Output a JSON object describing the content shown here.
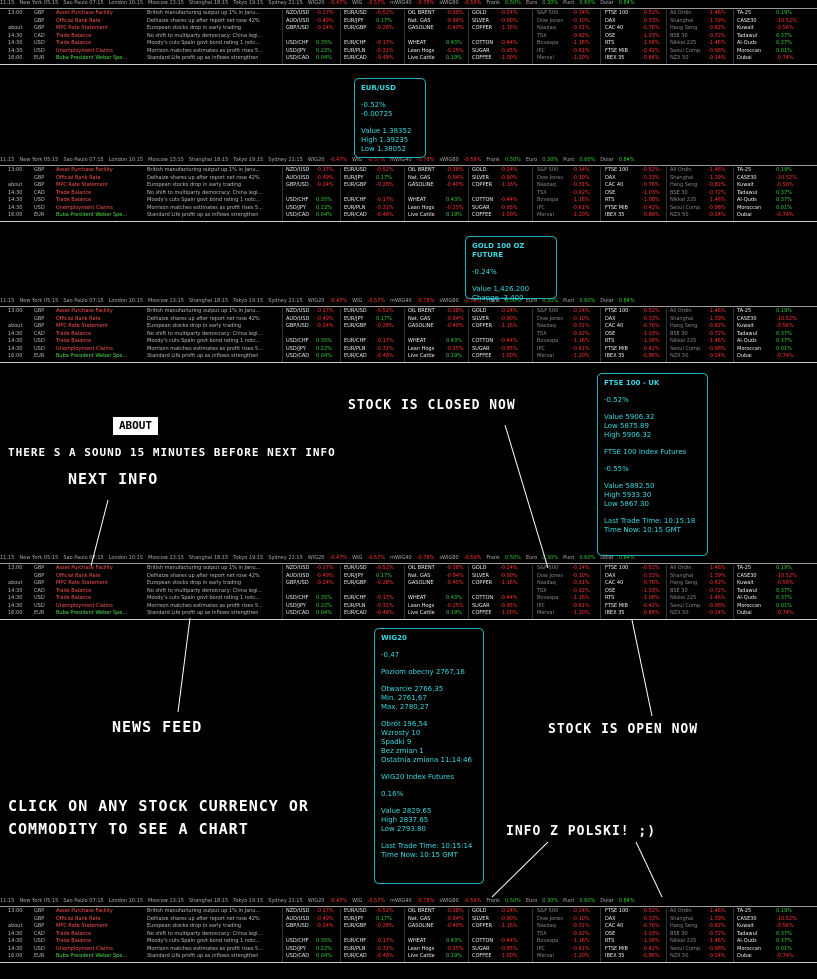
{
  "ticker": {
    "clocks": [
      {
        "label": "11:15",
        "cls": "t"
      },
      {
        "label": "New York 05:15",
        "cls": "t"
      },
      {
        "label": "Sao Paulo 07:15",
        "cls": "t"
      },
      {
        "label": "London 10:15",
        "cls": "t"
      },
      {
        "label": "Moscow 13:15",
        "cls": "t"
      },
      {
        "label": "Shanghai 18:15",
        "cls": "t"
      },
      {
        "label": "Tokyo 19:15",
        "cls": "t"
      },
      {
        "label": "Sydney 21:15",
        "cls": "t"
      },
      {
        "label": "WIG20",
        "cls": "t"
      },
      {
        "label": "-0.47%",
        "cls": "red"
      },
      {
        "label": "WIG",
        "cls": "t"
      },
      {
        "label": "-0.57%",
        "cls": "red"
      },
      {
        "label": "mWIG40",
        "cls": "t"
      },
      {
        "label": "-0.78%",
        "cls": "red"
      },
      {
        "label": "sWIG80",
        "cls": "t"
      },
      {
        "label": "-0.59%",
        "cls": "red"
      },
      {
        "label": "Frank",
        "cls": "t"
      },
      {
        "label": "0.50%",
        "cls": "green"
      },
      {
        "label": "Euro",
        "cls": "t"
      },
      {
        "label": "0.30%",
        "cls": "green"
      },
      {
        "label": "Punt",
        "cls": "t"
      },
      {
        "label": "0.60%",
        "cls": "green"
      },
      {
        "label": "Dolar",
        "cls": "t"
      },
      {
        "label": "0.84%",
        "cls": "green"
      }
    ]
  },
  "news": [
    {
      "time": "13:00",
      "cur": "GBP",
      "event": "Asset Purchase Facility",
      "headline": "British manufacturing output up 1% in Janu..."
    },
    {
      "time": "",
      "cur": "GBP",
      "event": "Official Bank Rate",
      "headline": "Delhaize shares up after report net rose 42%"
    },
    {
      "time": "about",
      "cur": "GBP",
      "event": "MPC Rate Statement",
      "headline": "European stocks drop in early trading"
    },
    {
      "time": "14:30",
      "cur": "CAD",
      "event": "Trade Balance",
      "headline": "No shift to multiparty democracy: China legi..."
    },
    {
      "time": "14:30",
      "cur": "USD",
      "event": "Trade Balance",
      "headline": "Moody's cuts Spain govt bond rating 1 notc..."
    },
    {
      "time": "14:30",
      "cur": "USD",
      "event": "Unemployment Claims",
      "headline": "Morrison matches estimates as profit rises 5..."
    },
    {
      "time": "16:00",
      "cur": "EUR",
      "event": "Buba President Weber Spe...",
      "headline": "Standard Life profit up as inflows strengthen"
    }
  ],
  "fx": [
    [
      {
        "n": "NZD/USD",
        "v": "-0.17%"
      },
      {
        "n": "EUR/USD",
        "v": "-0.52%"
      }
    ],
    [
      {
        "n": "AUD/USD",
        "v": "-0.49%"
      },
      {
        "n": "EUR/JPY",
        "v": "0.17%"
      }
    ],
    [
      {
        "n": "GBP/USD",
        "v": "-0.24%"
      },
      {
        "n": "EUR/GBP",
        "v": "-0.28%"
      }
    ],
    [
      {
        "n": "",
        "v": ""
      },
      {
        "n": "",
        "v": ""
      }
    ],
    [
      {
        "n": "USD/CHF",
        "v": "0.35%"
      },
      {
        "n": "EUR/CHF",
        "v": "-0.17%"
      }
    ],
    [
      {
        "n": "USD/JPY",
        "v": "0.22%"
      },
      {
        "n": "EUR/PLN",
        "v": "-0.31%"
      }
    ],
    [
      {
        "n": "USD/CAD",
        "v": "0.04%"
      },
      {
        "n": "EUR/CAD",
        "v": "-0.48%"
      }
    ]
  ],
  "commodities": [
    [
      {
        "n": "OIL BRENT",
        "v": "-0.38%"
      },
      {
        "n": "GOLD",
        "v": "-0.24%"
      }
    ],
    [
      {
        "n": "Nat. GAS",
        "v": "-0.94%"
      },
      {
        "n": "SILVER",
        "v": "-0.90%"
      }
    ],
    [
      {
        "n": "GASOLINE",
        "v": "-0.40%"
      },
      {
        "n": "COPPER",
        "v": "-1.16%"
      }
    ],
    [
      {
        "n": "",
        "v": ""
      },
      {
        "n": "",
        "v": ""
      }
    ],
    [
      {
        "n": "WHEAT",
        "v": "0.43%"
      },
      {
        "n": "COTTON",
        "v": "-0.44%"
      }
    ],
    [
      {
        "n": "Lean Hogs",
        "v": "-0.25%"
      },
      {
        "n": "SUGAR",
        "v": "-0.95%"
      }
    ],
    [
      {
        "n": "Live Cattle",
        "v": "0.19%"
      },
      {
        "n": "COFFEE",
        "v": "-1.00%"
      }
    ]
  ],
  "us_indices": [
    {
      "n": "S&P 500",
      "v": "-0.14%"
    },
    {
      "n": "Dow Jones",
      "v": "-0.10%"
    },
    {
      "n": "Nasdaq",
      "v": "-0.31%"
    },
    {
      "n": "TSX",
      "v": "-0.92%"
    },
    {
      "n": "Bovespa",
      "v": "-1.16%"
    },
    {
      "n": "IPC",
      "v": "-0.61%"
    },
    {
      "n": "Merval",
      "v": "-1.20%"
    }
  ],
  "eu_indices": [
    {
      "n": "FTSE 100",
      "v": "-0.52%"
    },
    {
      "n": "DAX",
      "v": "-0.33%"
    },
    {
      "n": "CAC 40",
      "v": "-0.76%"
    },
    {
      "n": "OSE",
      "v": "-1.03%"
    },
    {
      "n": "RTS",
      "v": "-1.08%"
    },
    {
      "n": "FTSE MIB",
      "v": "-0.42%"
    },
    {
      "n": "IBEX 35",
      "v": "-0.86%"
    }
  ],
  "asia_indices": [
    {
      "n": "All Ordin.",
      "v": "-1.46%"
    },
    {
      "n": "Shanghai",
      "v": "-1.39%"
    },
    {
      "n": "Hang Seng",
      "v": "-0.82%"
    },
    {
      "n": "BSE 30",
      "v": "-0.72%"
    },
    {
      "n": "Nikkei 225",
      "v": "-1.46%"
    },
    {
      "n": "Seoul Comp.",
      "v": "-0.98%"
    },
    {
      "n": "NZX 50",
      "v": "-0.14%"
    }
  ],
  "mideast_indices": [
    {
      "n": "TA-25",
      "v": "0.19%"
    },
    {
      "n": "CASE30",
      "v": "-10.52%"
    },
    {
      "n": "Kuwait",
      "v": "-0.56%"
    },
    {
      "n": "Tadawul",
      "v": "0.37%"
    },
    {
      "n": "Al-Quds",
      "v": "0.37%"
    },
    {
      "n": "Moroccan",
      "v": "0.01%"
    },
    {
      "n": "Dubai",
      "v": "-0.74%"
    }
  ],
  "annotations": {
    "about_box": "ABOUT",
    "sound": "There s a sound 15 minutes before next info",
    "next_info": "NEXT INFO",
    "closed": "STOCK IS CLOSED NOW",
    "open": "STOCK IS OPEN NOW",
    "news_feed": "NEWS FEED",
    "click_line1": "CLICK ON ANY STOCK CURRENCY OR",
    "click_line2": "COMMODITY TO SEE A CHART",
    "polski": "INFO Z POLSKI!  ;)"
  },
  "tip_eurusd": {
    "title": "EUR/USD",
    "change_pct": "-0.52%",
    "change": "-0.00725",
    "value": "Value 1.38352",
    "high": "High 1.39235",
    "low": "Low 1.38052"
  },
  "tip_gold": {
    "title": "GOLD 100 OZ FUTURE",
    "change_pct": "-0.24%",
    "value": "Value 1,426.200",
    "change": "Change -3.400"
  },
  "tip_ftse": {
    "title": "FTSE 100 - UK",
    "change_pct": "-0.52%",
    "value": "Value 5906.32",
    "low": "Low 5875.89",
    "high": "High 5906.32",
    "futures": "FTSE 100 Index Futures",
    "fut_pct": "-0.55%",
    "fut_value": "Value 5892.50",
    "fut_high": "High 5933.30",
    "fut_low": "Low 5867.30",
    "trade_time": "Last Trade Time: 10:15:18",
    "time_now": "Time Now: 10:15 GMT"
  },
  "tip_wig": {
    "title": "WIG20",
    "change": "-0,47",
    "level": "Poziom obecny  2767,16",
    "open": "Otwarcie 2766,35",
    "min": "Min.  2761,67",
    "max": "Max.  2780,27",
    "turnover": "Obrót  196,54",
    "up": "Wzrosty  10",
    "down": "Spadki  9",
    "flat": "Bez zmian  1",
    "last": "Ostatnia zmiana  11:14:46",
    "futures": "WIG20 Index Futures",
    "fut_pct": "0.16%",
    "fut_value": "Value 2829.65",
    "fut_high": "High 2837.65",
    "fut_low": "Low 2793.80",
    "trade_time": "Last Trade Time: 10:15:14",
    "time_now": "Time Now: 10:15 GMT"
  }
}
